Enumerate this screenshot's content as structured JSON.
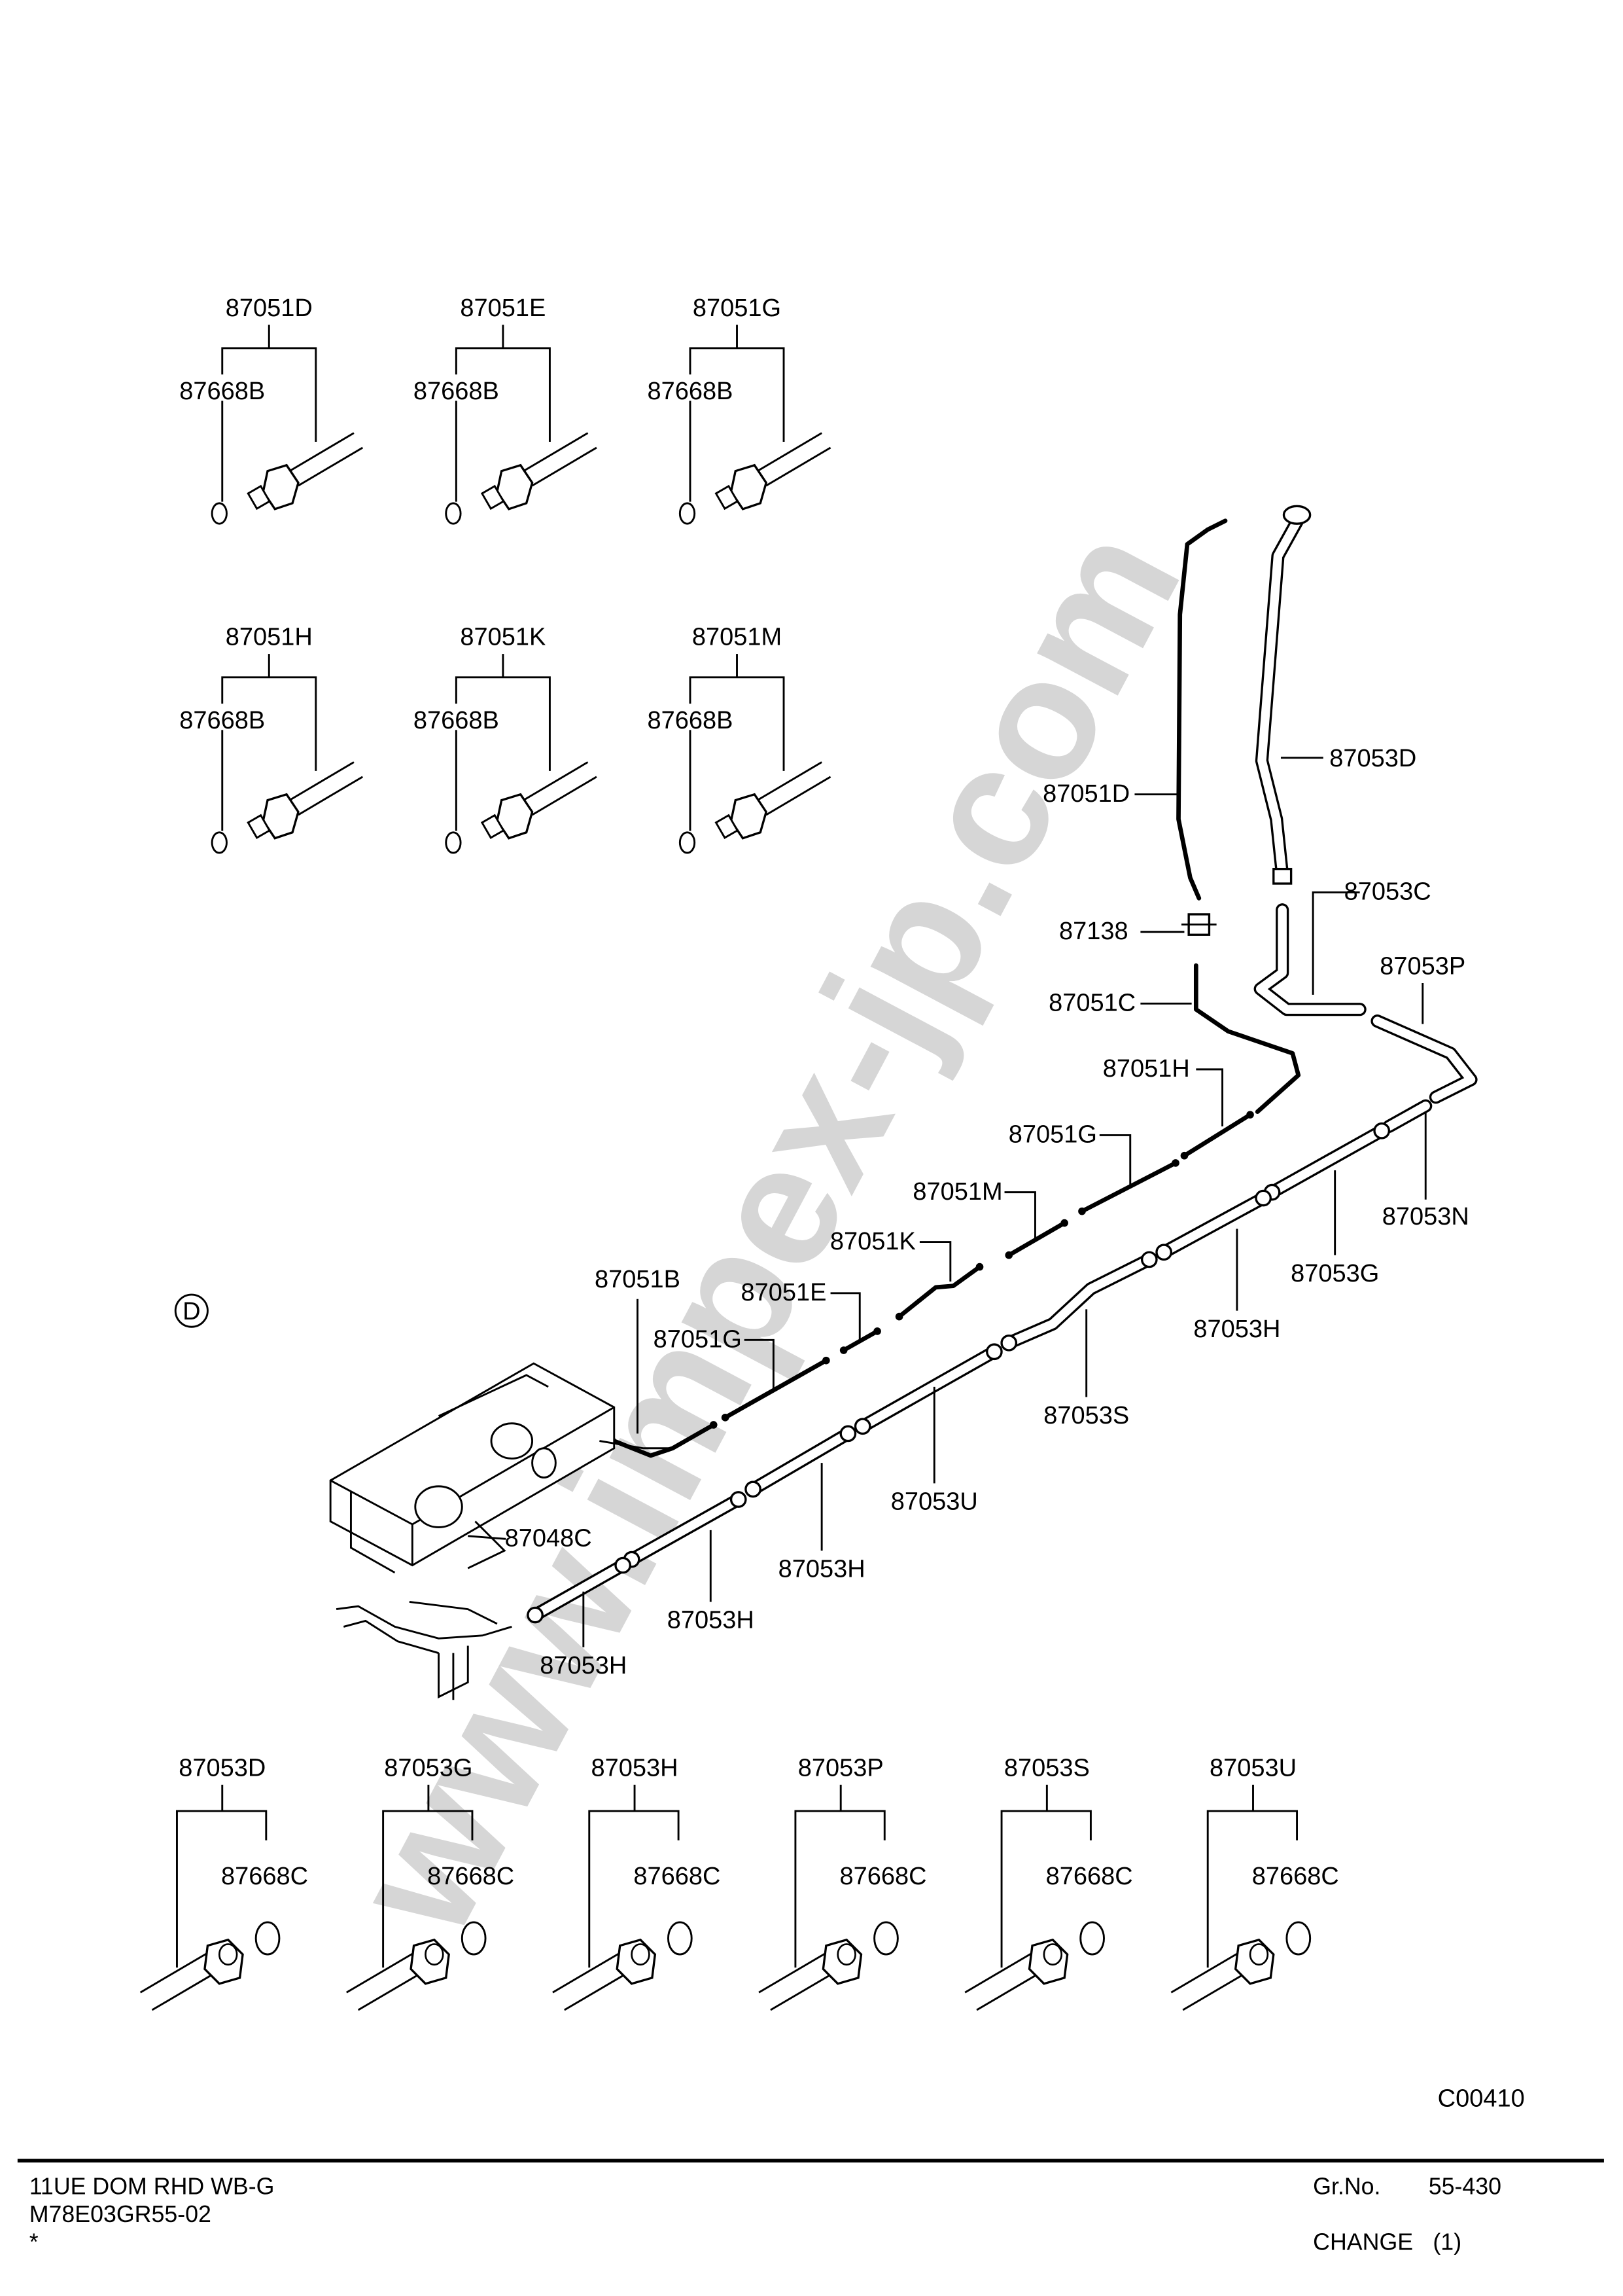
{
  "watermark": "www.impex-jp.com",
  "view_marker": "D",
  "drawing_code": "C00410",
  "top_callouts": [
    {
      "part": "87051D",
      "oring": "87668B"
    },
    {
      "part": "87051E",
      "oring": "87668B"
    },
    {
      "part": "87051G",
      "oring": "87668B"
    },
    {
      "part": "87051H",
      "oring": "87668B"
    },
    {
      "part": "87051K",
      "oring": "87668B"
    },
    {
      "part": "87051M",
      "oring": "87668B"
    }
  ],
  "bottom_callouts": [
    {
      "part": "87053D",
      "oring": "87668C"
    },
    {
      "part": "87053G",
      "oring": "87668C"
    },
    {
      "part": "87053H",
      "oring": "87668C"
    },
    {
      "part": "87053P",
      "oring": "87668C"
    },
    {
      "part": "87053S",
      "oring": "87668C"
    },
    {
      "part": "87053U",
      "oring": "87668C"
    }
  ],
  "main_labels": [
    "87053D",
    "87051D",
    "87053C",
    "87138",
    "87053P",
    "87051C",
    "87051H",
    "87051G",
    "87053N",
    "87051M",
    "87053G",
    "87051K",
    "87051B",
    "87051E",
    "87053H",
    "87051G",
    "87053S",
    "87053U",
    "87048C",
    "87053H",
    "87053H",
    "87053H"
  ],
  "footer": {
    "model": "11UE DOM RHD WB-G",
    "code": "M78E03GR55-02",
    "mark": "*",
    "group_label": "Gr.No.",
    "group_value": "55-430",
    "change_label": "CHANGE",
    "change_value": "(1)"
  }
}
